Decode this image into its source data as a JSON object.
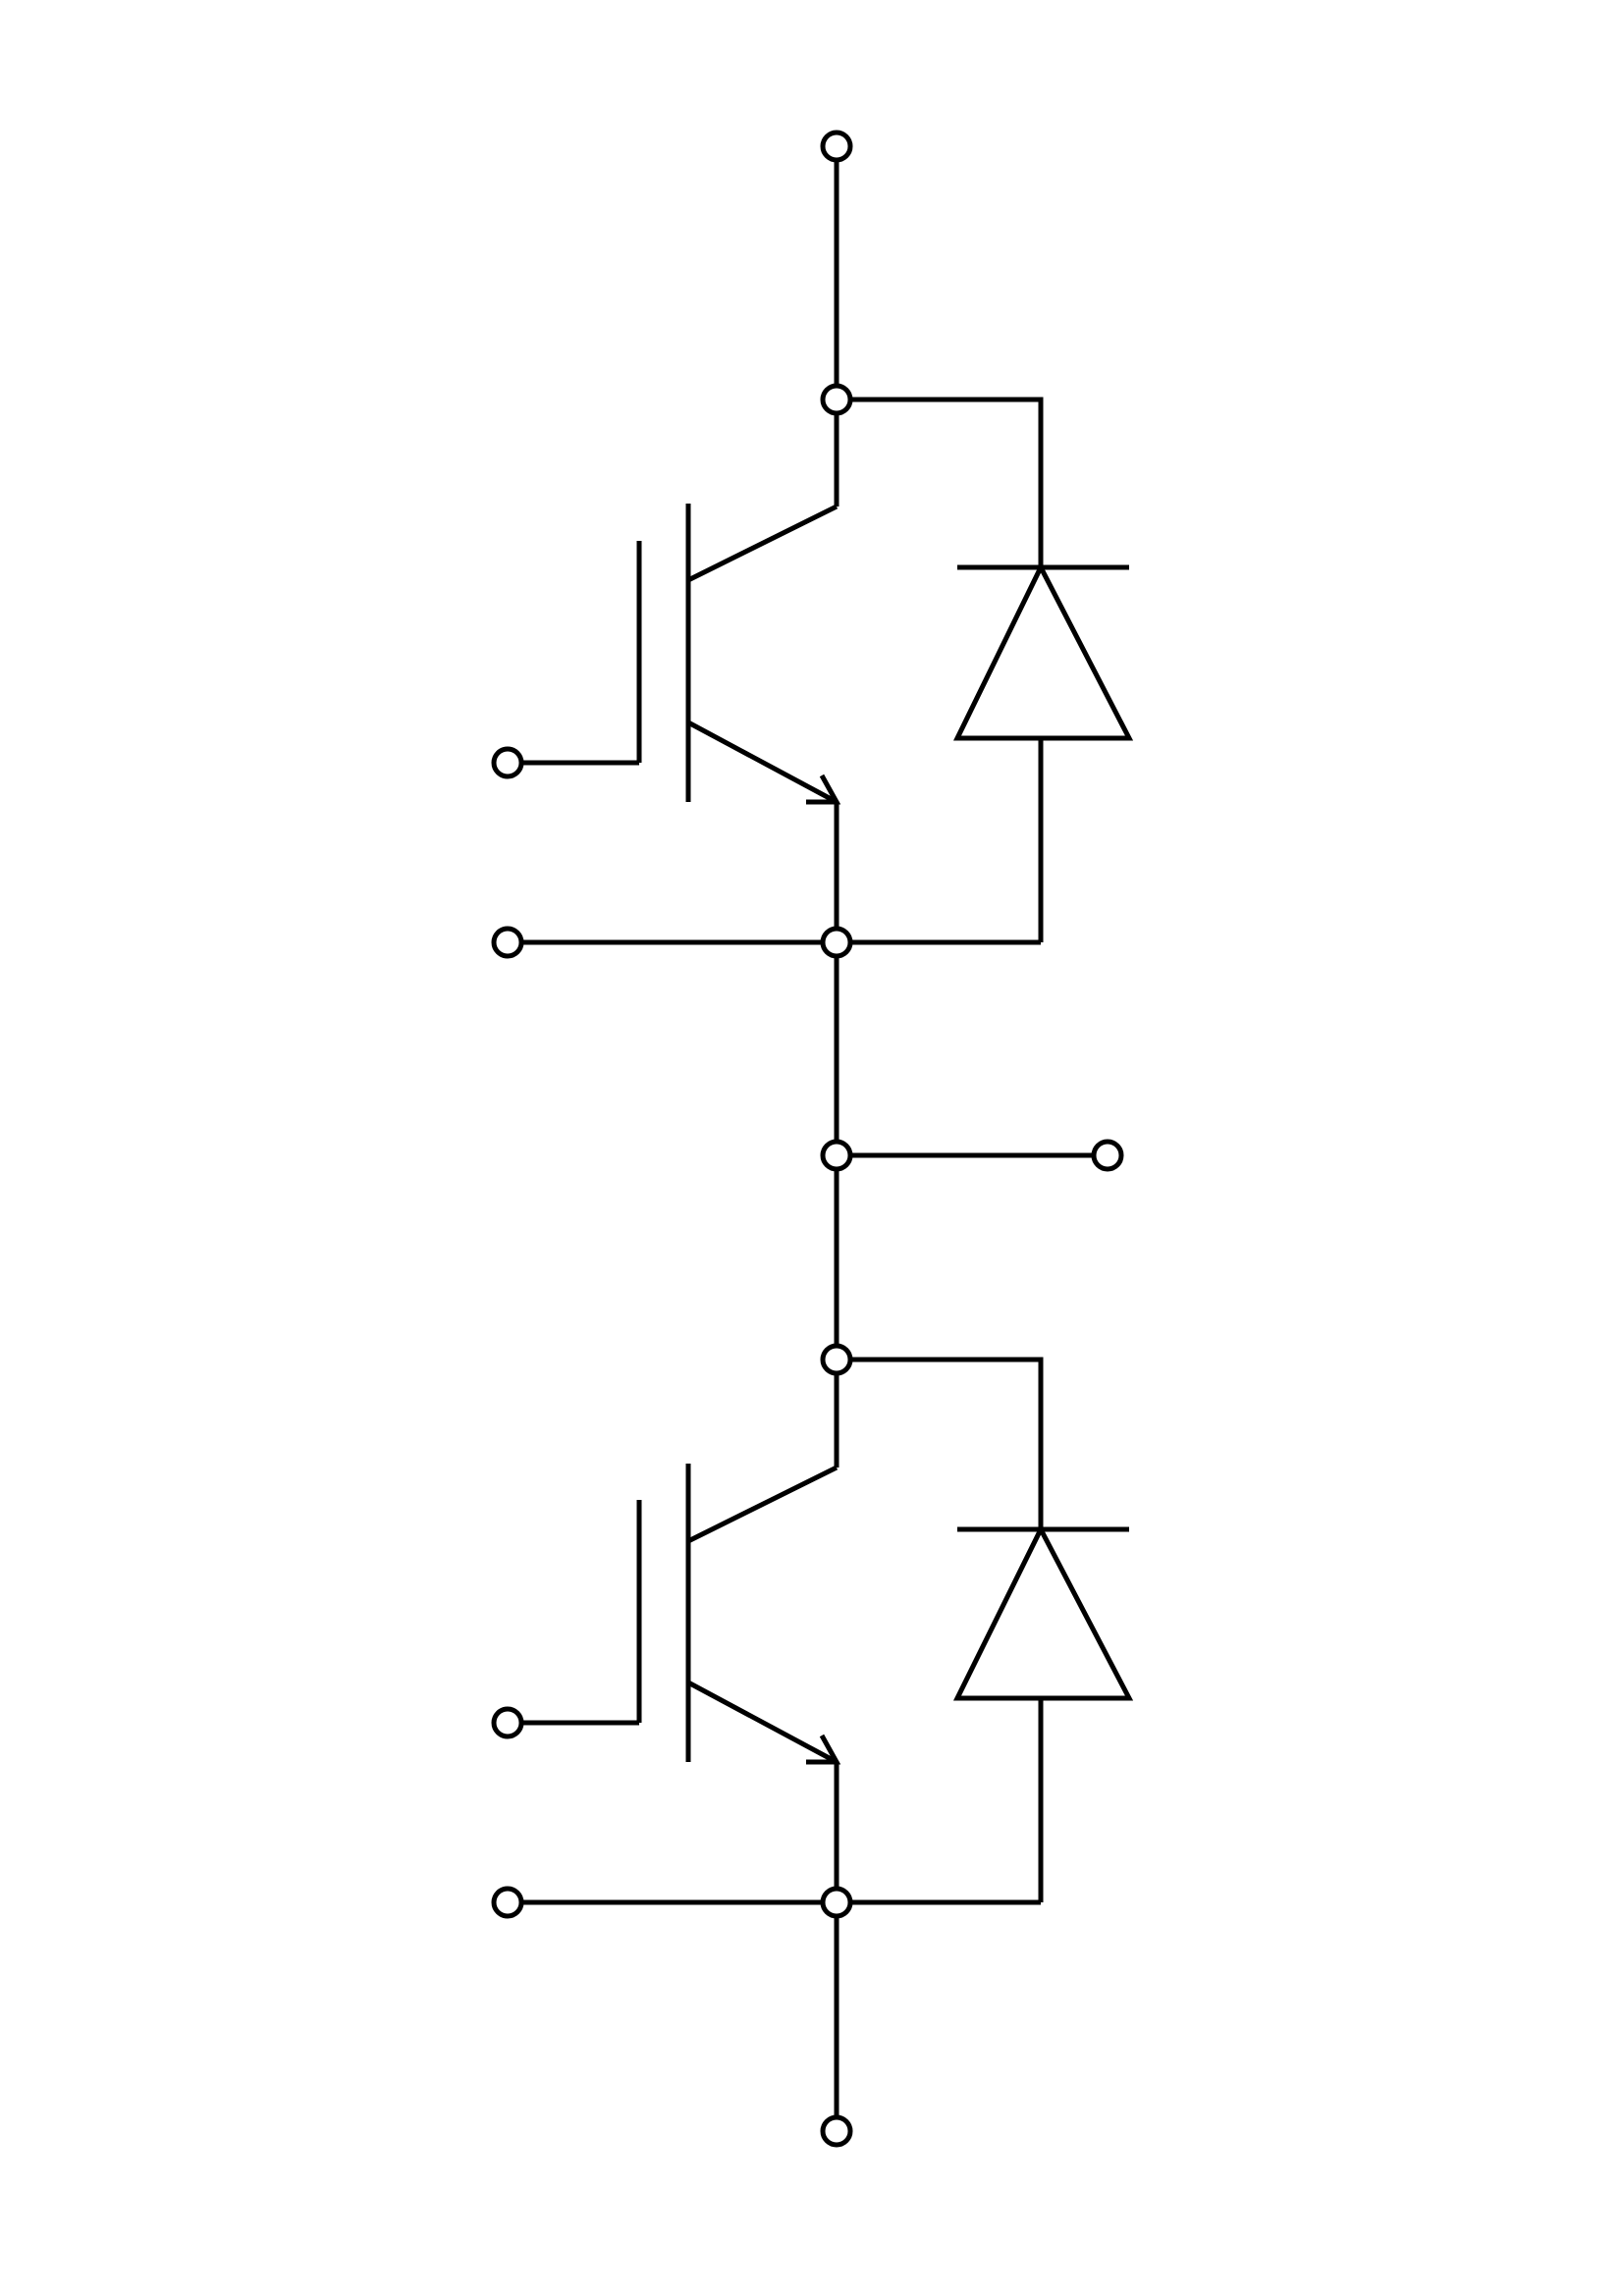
{
  "colors": {
    "background": "#ffffff",
    "stroke": "#000000"
  },
  "components": [
    {
      "id": "q1",
      "type": "igbt"
    },
    {
      "id": "d1",
      "type": "diode"
    },
    {
      "id": "q2",
      "type": "igbt"
    },
    {
      "id": "d2",
      "type": "diode"
    }
  ],
  "terminals": [
    {
      "id": "dc-plus"
    },
    {
      "id": "q1-gate"
    },
    {
      "id": "q1-emitter-aux"
    },
    {
      "id": "output"
    },
    {
      "id": "q2-gate"
    },
    {
      "id": "q2-emitter-aux"
    },
    {
      "id": "dc-minus"
    }
  ]
}
